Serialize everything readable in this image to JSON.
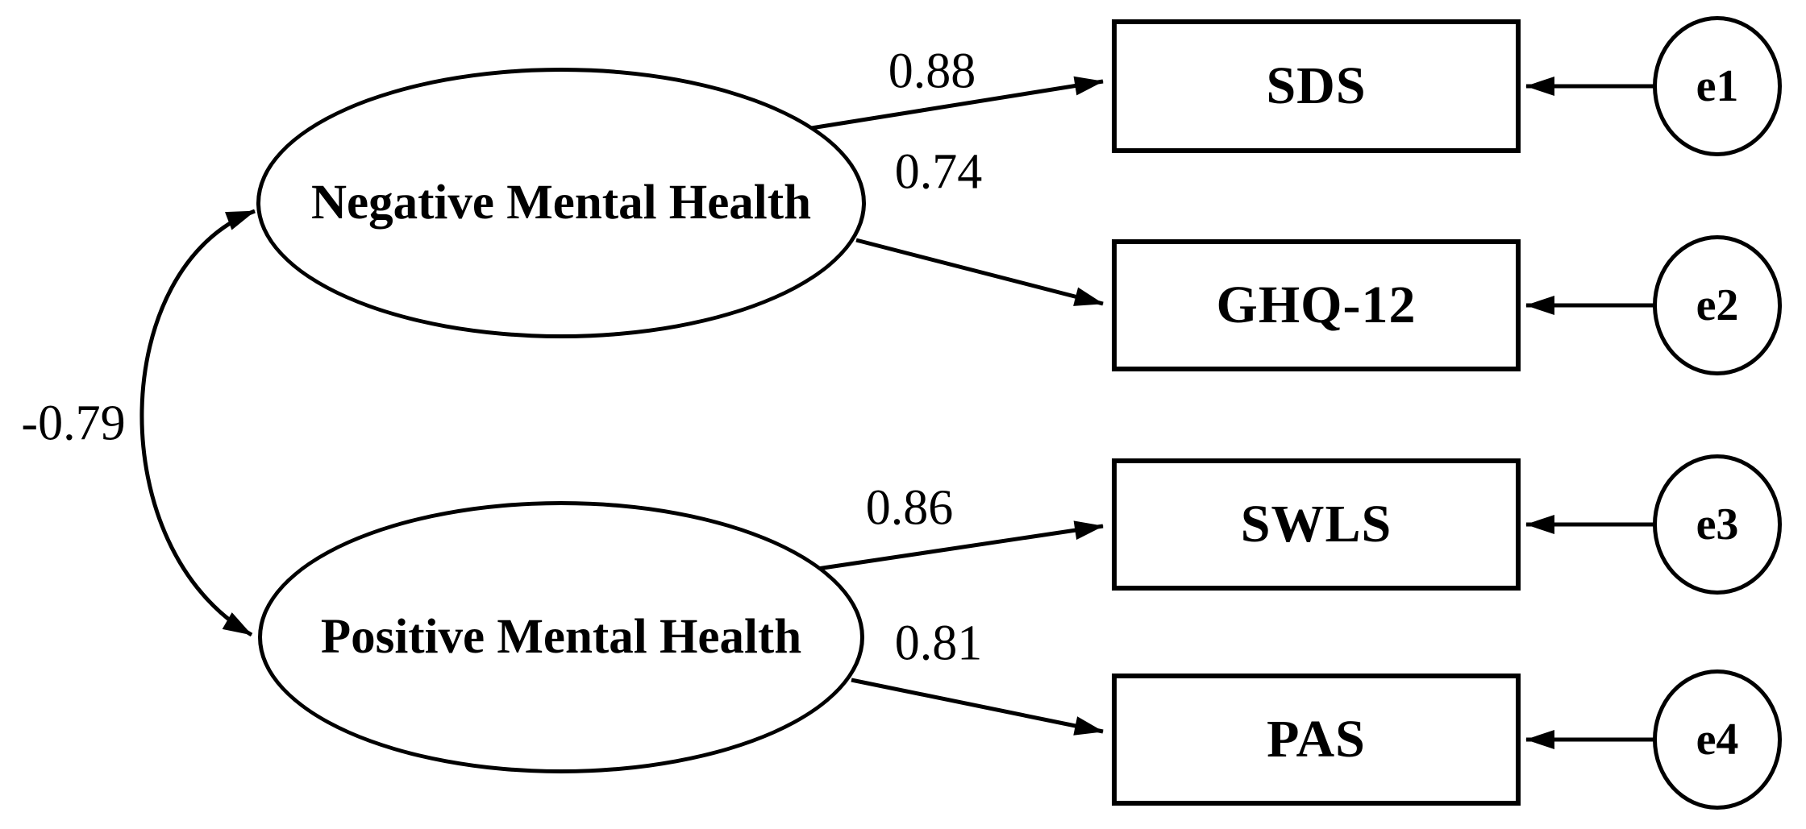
{
  "diagram": {
    "latents": [
      {
        "label": "Negative Mental Health"
      },
      {
        "label": "Positive Mental Health"
      }
    ],
    "indicators": [
      {
        "label": "SDS",
        "loading": "0.88",
        "error": "e1"
      },
      {
        "label": "GHQ-12",
        "loading": "0.74",
        "error": "e2"
      },
      {
        "label": "SWLS",
        "loading": "0.86",
        "error": "e3"
      },
      {
        "label": "PAS",
        "loading": "0.81",
        "error": "e4"
      }
    ],
    "correlation": {
      "value": "-0.79",
      "between": [
        "Negative Mental Health",
        "Positive Mental Health"
      ]
    },
    "colors": {
      "ink": "#000000",
      "background": "#ffffff"
    }
  }
}
